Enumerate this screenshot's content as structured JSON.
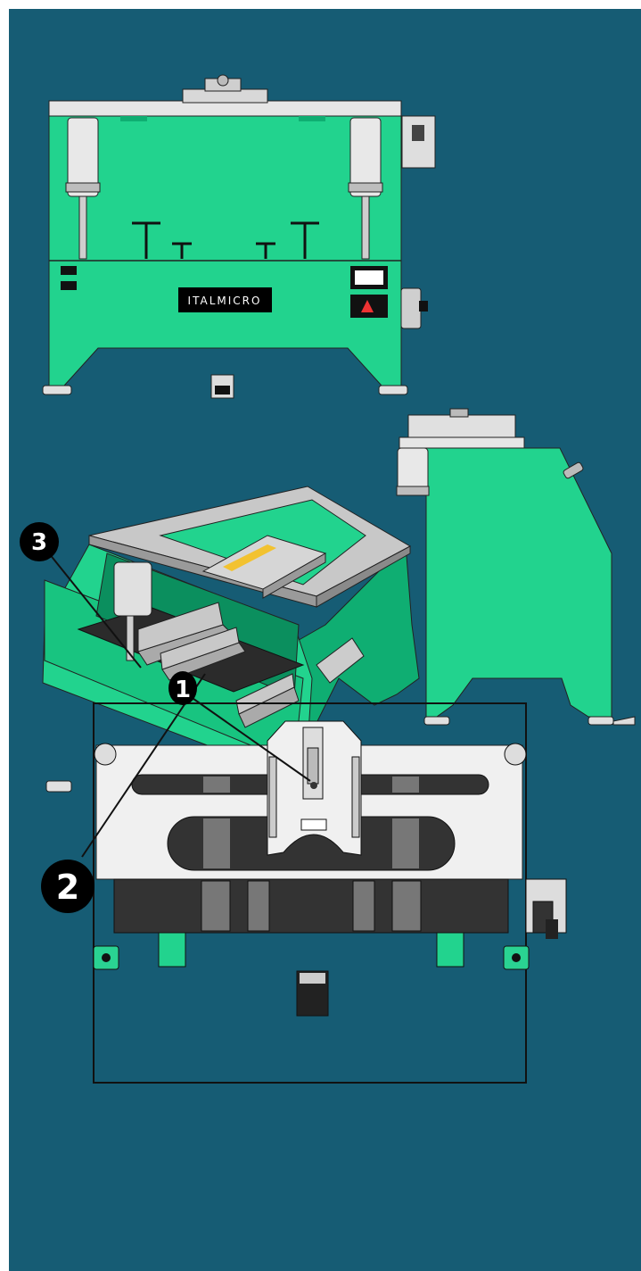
{
  "colors": {
    "background": "#165c74",
    "machine_body": "#22d38e",
    "machine_body_dark": "#0fae72",
    "top_plate": "#e8e8e8",
    "metal": "#9a9a9a",
    "dark": "#111111",
    "label_panel": "#000000"
  },
  "front_view": {
    "brand_logo": "ITALMICRO"
  },
  "callouts": [
    {
      "number": "3"
    },
    {
      "number": "2"
    },
    {
      "number": "1"
    }
  ],
  "icons": [
    "pneumatic-cylinder-icon",
    "foot-pedal-icon",
    "air-regulator-icon",
    "warning-label-icon"
  ]
}
